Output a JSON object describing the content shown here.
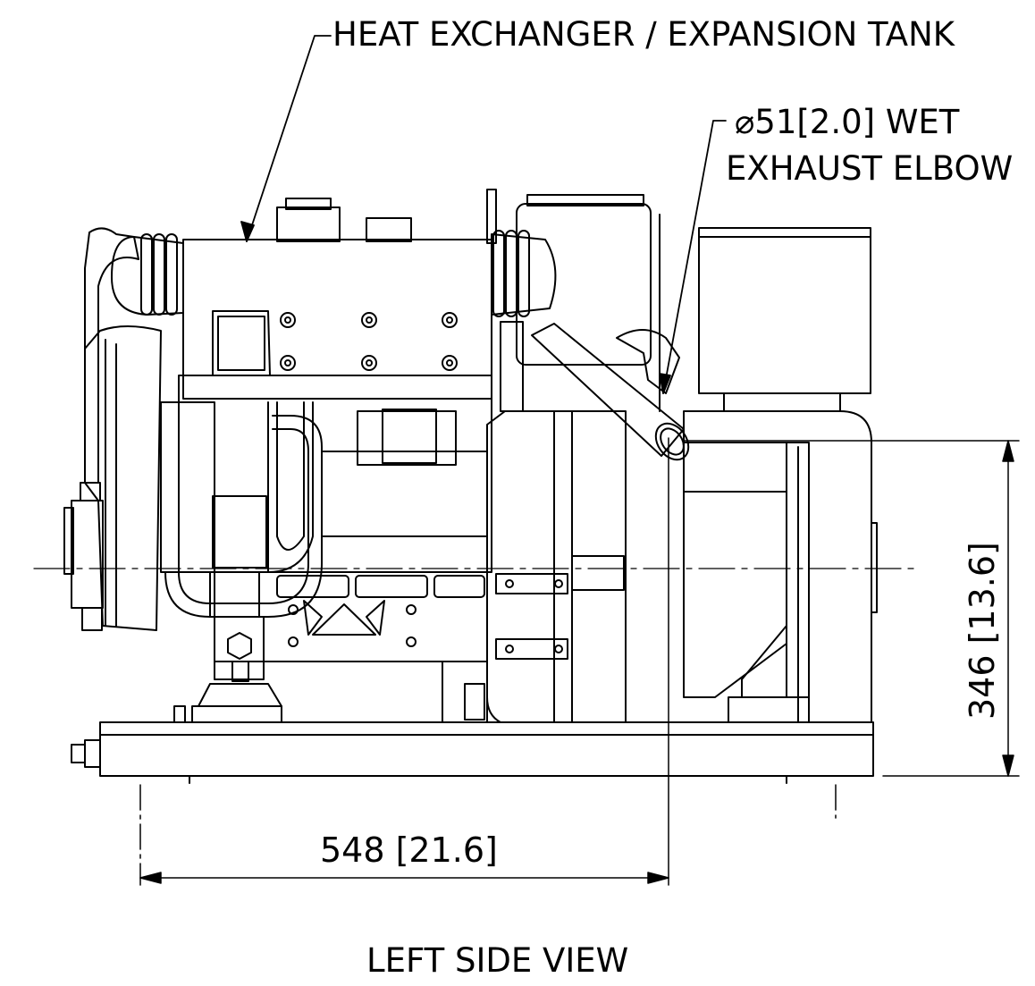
{
  "callouts": {
    "heat_exchanger": "HEAT EXCHANGER / EXPANSION TANK",
    "exhaust_line1": "⌀51[2.0] WET",
    "exhaust_line2": "EXHAUST ELBOW"
  },
  "dimensions": {
    "horizontal": "548 [21.6]",
    "vertical": "346 [13.6]"
  },
  "view_title": "LEFT SIDE VIEW"
}
